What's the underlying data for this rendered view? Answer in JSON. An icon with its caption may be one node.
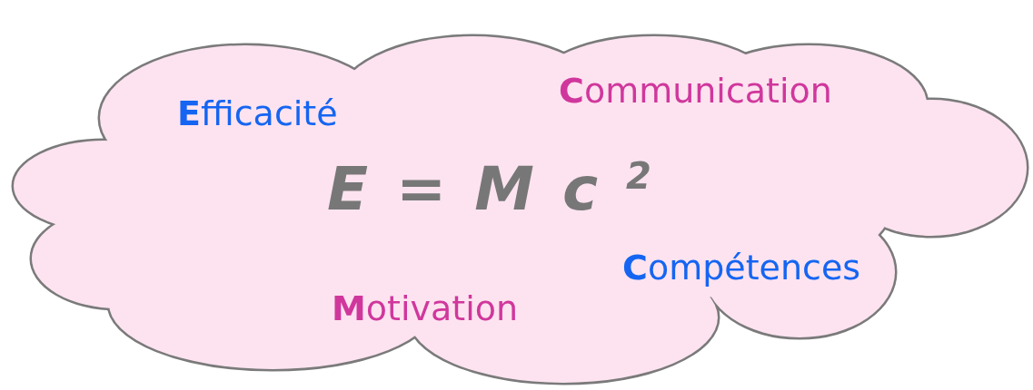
{
  "diagram": {
    "nodes": [
      {
        "text": [
          "**E**fficacité",
          "**C**ommunication",
          "E = M c $^{2}$",
          "**C**ompétences",
          "**M**otivation"
        ]
      }
    ]
  }
}
